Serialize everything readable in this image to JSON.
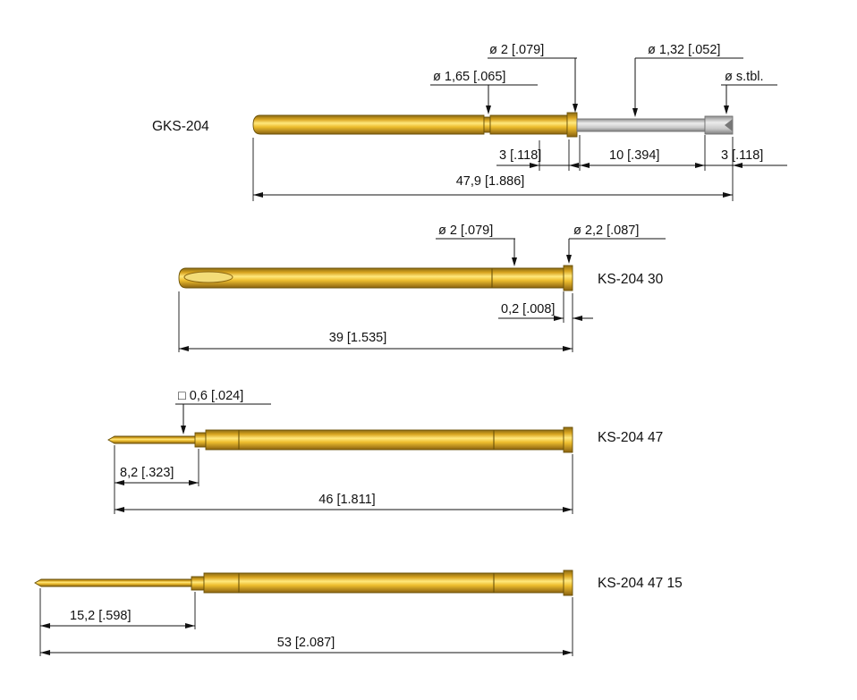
{
  "drawing": {
    "type": "technical-dimension-drawing",
    "units": "mm [inch]",
    "colors": {
      "probe_gold_light": "#ffe87d",
      "probe_gold_dark": "#8a6210",
      "plunger_steel": "#d9d9d9",
      "line": "#111111",
      "background": "#ffffff"
    },
    "probes": [
      {
        "label": "GKS-204",
        "callout_d2": "ø 2 [.079]",
        "callout_d165": "ø 1,65 [.065]",
        "callout_d132": "ø 1,32 [.052]",
        "callout_dtip": "ø s.tbl.",
        "dim_seg1": "3 [.118]",
        "dim_seg2": "10 [.394]",
        "dim_seg3": "3 [.118]",
        "dim_total": "47,9 [1.886]"
      },
      {
        "label": "KS-204 30",
        "callout_d2": "ø 2 [.079]",
        "callout_d22": "ø 2,2 [.087]",
        "dim_ring": "0,2 [.008]",
        "dim_total": "39 [1.535]"
      },
      {
        "label": "KS-204 47",
        "callout_sq": "□ 0,6 [.024]",
        "dim_tip": "8,2 [.323]",
        "dim_total": "46 [1.811]"
      },
      {
        "label": "KS-204 47 15",
        "dim_tip": "15,2 [.598]",
        "dim_total": "53 [2.087]"
      }
    ]
  }
}
